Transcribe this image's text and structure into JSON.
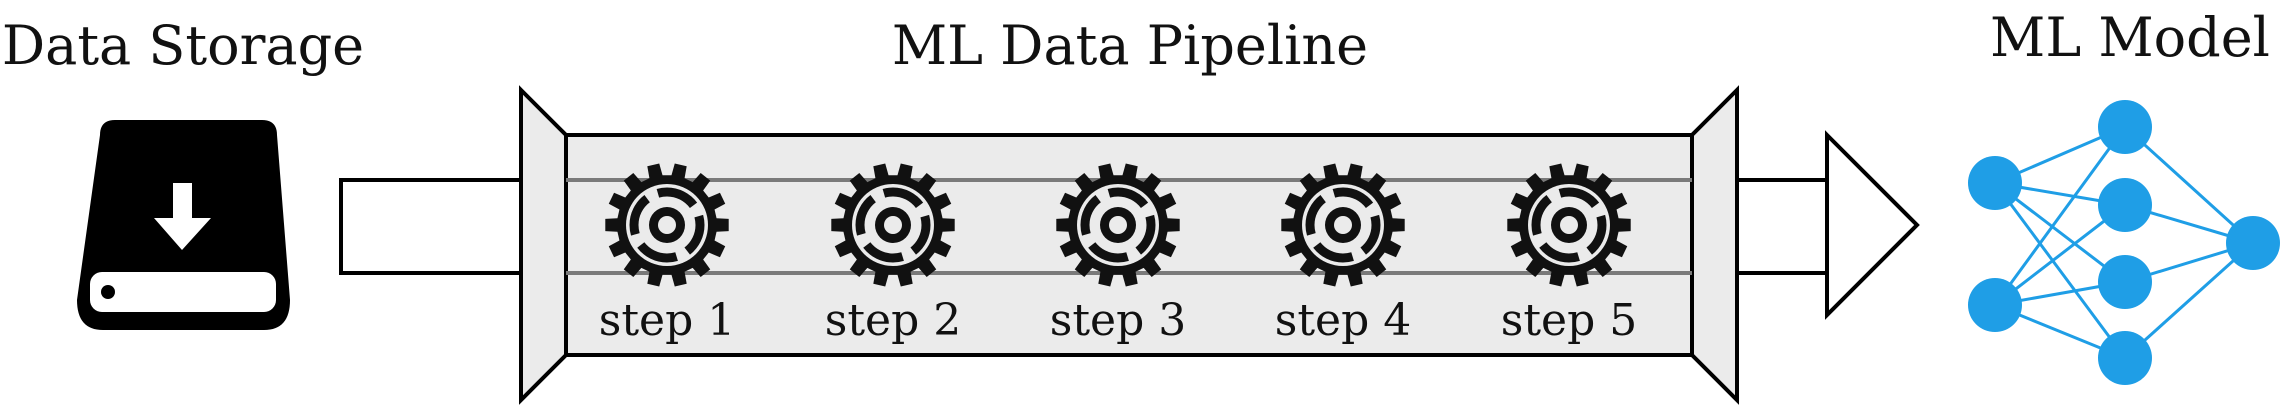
{
  "labels": {
    "data_storage": "Data Storage",
    "pipeline": "ML Data Pipeline",
    "model": "ML Model"
  },
  "steps": [
    "step 1",
    "step 2",
    "step 3",
    "step 4",
    "step 5"
  ],
  "colors": {
    "storage_fill": "#000000",
    "pipeline_fill": "#ebebeb",
    "gear_fill": "#111111",
    "model_nodes": "#1f9ee6",
    "model_edges": "#1f9ee6",
    "rail_lines": "#7a7a7a"
  },
  "icons": {
    "storage": "download-drive-icon",
    "gear": "gear-icon",
    "model": "neural-network-icon",
    "arrow": "arrow-right-icon"
  }
}
